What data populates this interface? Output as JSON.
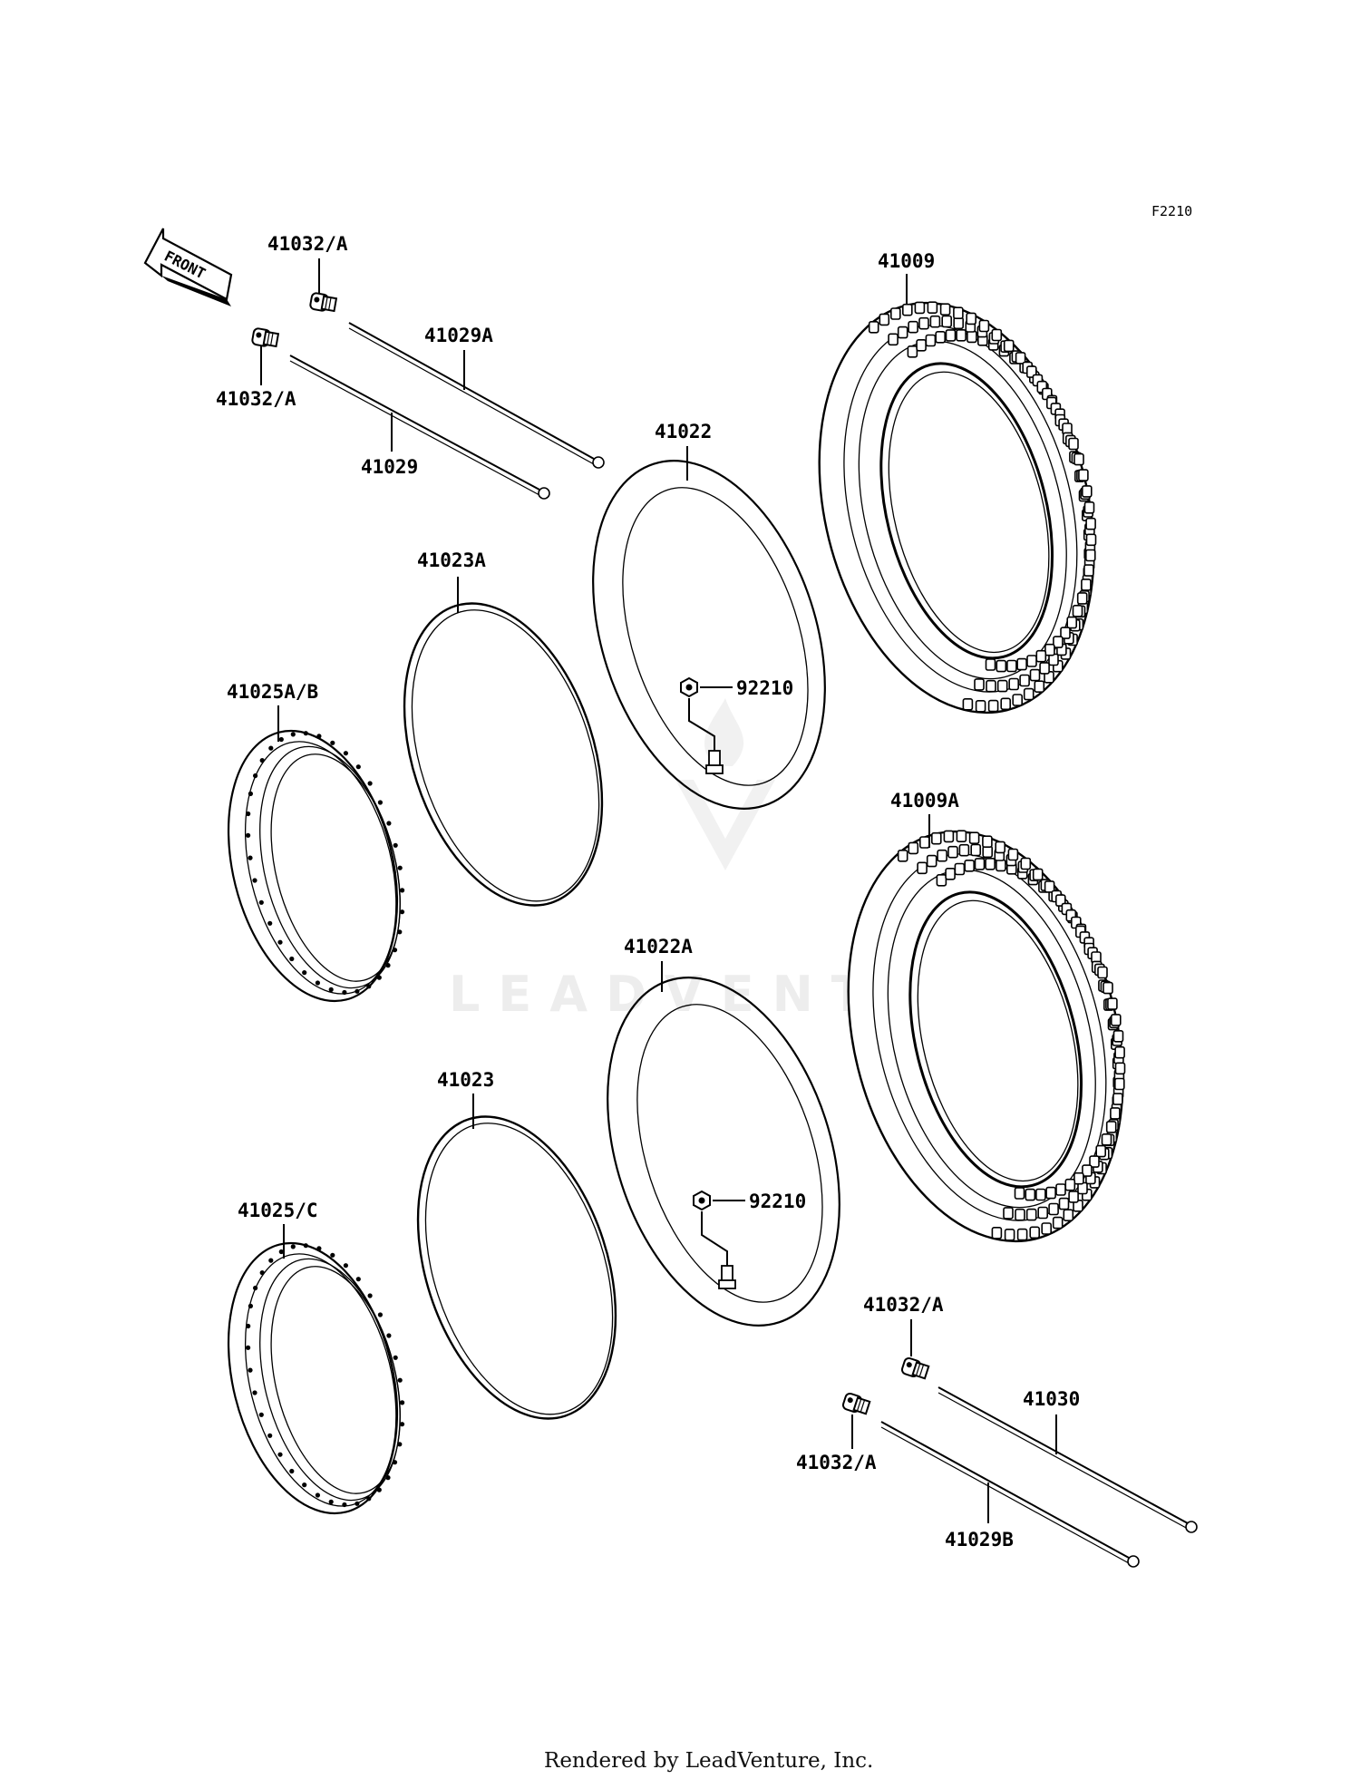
{
  "diagram_ref": "F2210",
  "front_label": "FRONT",
  "watermark": "LEADVENTURE",
  "footer": "Rendered by LeadVenture, Inc.",
  "parts": {
    "valve_cap_top_right": "41032/A",
    "valve_cap_top_left": "41032/A",
    "spoke_41029a": "41029A",
    "spoke_41029": "41029",
    "front_tire": "41009",
    "front_tube": "41022",
    "front_rim_band": "41023A",
    "front_rim": "41025A/B",
    "front_nut": "92210",
    "rear_tire": "41009A",
    "rear_tube": "41022A",
    "rear_rim_band": "41023",
    "rear_rim": "41025/C",
    "rear_nut": "92210",
    "valve_cap_bottom_right": "41032/A",
    "valve_cap_bottom_left": "41032/A",
    "spoke_41030": "41030",
    "spoke_41029b": "41029B"
  }
}
